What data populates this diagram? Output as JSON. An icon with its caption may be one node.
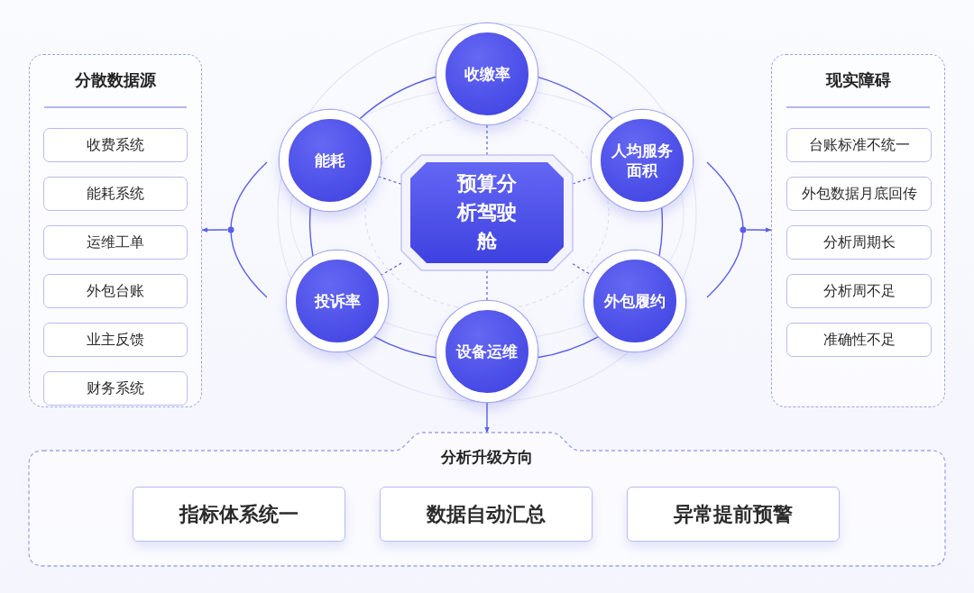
{
  "diagram": {
    "nodes": [
      {
        "text": [
          "分散数据源"
        ]
      },
      {
        "text": [
          "收费系统"
        ],
        "in": 0
      },
      {
        "text": [
          "能耗系统"
        ],
        "in": 0
      },
      {
        "text": [
          "运维工单"
        ],
        "in": 0
      },
      {
        "text": [
          "外包台账"
        ],
        "in": 0
      },
      {
        "text": [
          "业主反馈"
        ],
        "in": 0
      },
      {
        "text": [
          "财务系统"
        ],
        "in": 0
      },
      {
        "text": [
          "现实障碍"
        ]
      },
      {
        "text": [
          "台账标准不统一"
        ],
        "in": 7
      },
      {
        "text": [
          "外包数据月底回传"
        ],
        "in": 7
      },
      {
        "text": [
          "分析周期长"
        ],
        "in": 7
      },
      {
        "text": [
          "分析周不足"
        ],
        "in": 7
      },
      {
        "text": [
          "准确性不足"
        ],
        "in": 7
      },
      {
        "text": [
          "预算分析驾驶舱"
        ]
      },
      {
        "text": [
          "收缴率"
        ]
      },
      {
        "text": [
          "能耗"
        ]
      },
      {
        "text": [
          "人均服务面积"
        ]
      },
      {
        "text": [
          "投诉率"
        ]
      },
      {
        "text": [
          "外包履约"
        ]
      },
      {
        "text": [
          "设备运维"
        ]
      },
      {
        "text": [
          "分析升级方向"
        ]
      },
      {
        "text": [
          "指标体系统一"
        ],
        "in": 20
      },
      {
        "text": [
          "数据自动汇总"
        ],
        "in": 20
      },
      {
        "text": [
          "异常提前预警"
        ],
        "in": 20
      }
    ],
    "edges": [
      {
        "from": 13,
        "to": 14,
        "arrow": "none",
        "style": "dashed"
      },
      {
        "from": 13,
        "to": 15,
        "arrow": "none",
        "style": "dashed"
      },
      {
        "from": 13,
        "to": 16,
        "arrow": "none",
        "style": "dashed"
      },
      {
        "from": 13,
        "to": 17,
        "arrow": "none",
        "style": "dashed"
      },
      {
        "from": 13,
        "to": 18,
        "arrow": "none",
        "style": "dashed"
      },
      {
        "from": 13,
        "to": 19,
        "arrow": "none",
        "style": "dashed"
      },
      {
        "from": 14,
        "to": 16,
        "arrow": "none"
      },
      {
        "from": 16,
        "to": 18,
        "arrow": "none"
      },
      {
        "from": 18,
        "to": 19,
        "arrow": "none"
      },
      {
        "from": 19,
        "to": 17,
        "arrow": "none"
      },
      {
        "from": 17,
        "to": 15,
        "arrow": "none"
      },
      {
        "from": 15,
        "to": 14,
        "arrow": "none"
      },
      {
        "from": null,
        "to": 0,
        "arrow": "to"
      },
      {
        "from": null,
        "to": 7,
        "arrow": "to"
      },
      {
        "from": 19,
        "to": 20,
        "arrow": "to"
      }
    ]
  }
}
